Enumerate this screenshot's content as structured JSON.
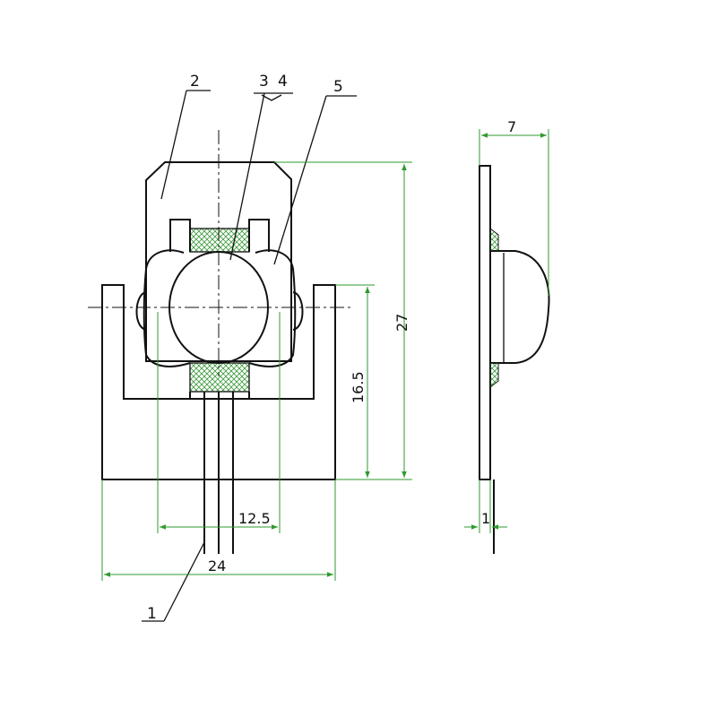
{
  "parts": {
    "part_1": "1",
    "part_2": "2",
    "part_3": "3",
    "part_4": "4",
    "part_5": "5"
  },
  "dimensions": {
    "height_total": "27",
    "height_inner": "16.5",
    "width_lens": "12.5",
    "width_total": "24",
    "depth_side": "7",
    "thickness_side": "1"
  },
  "colors": {
    "ink": "#111111",
    "dimension_line": "#2f9a2f",
    "hatch": "#3a9a3a"
  }
}
